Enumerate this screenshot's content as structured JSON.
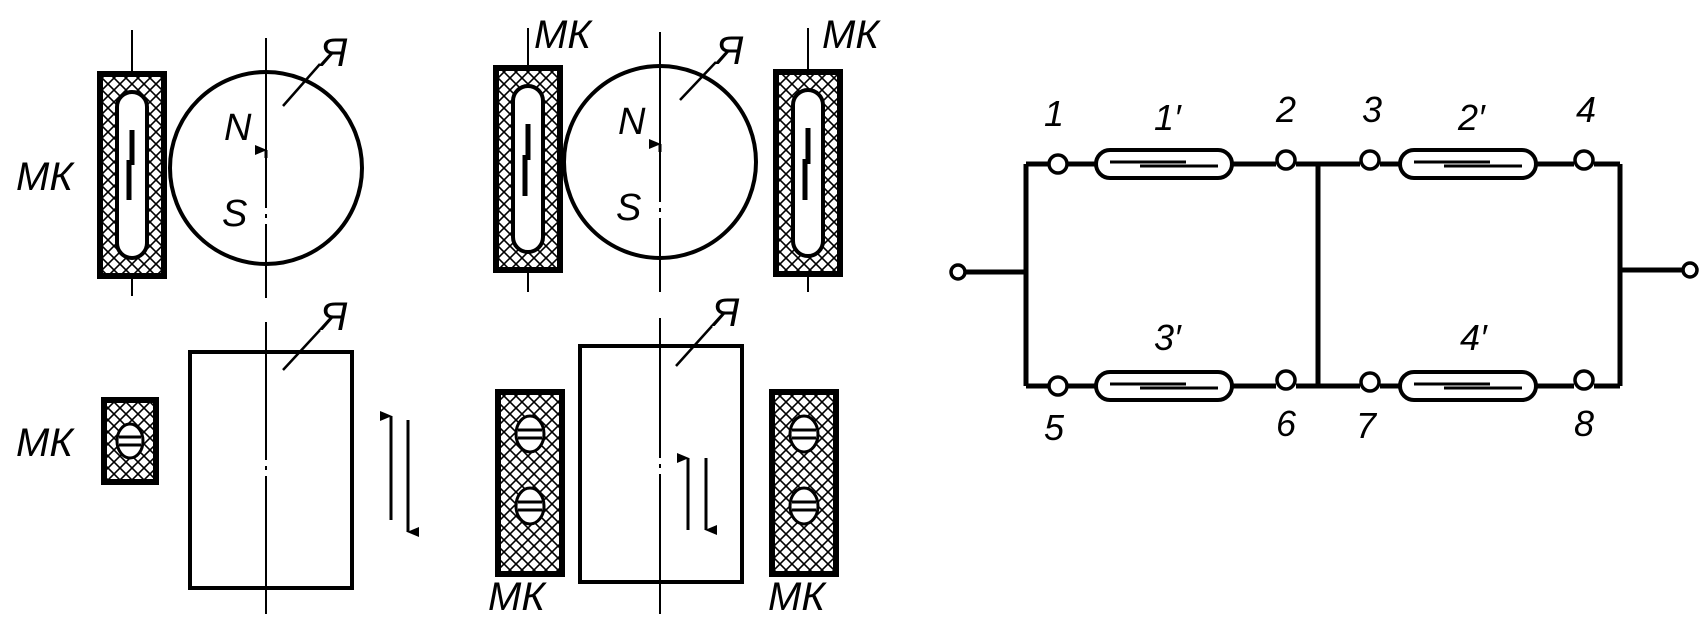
{
  "labels": {
    "reed_switch": "МК",
    "armature": "Я",
    "pole_north": "N",
    "pole_south": "S"
  },
  "circuit": {
    "nodes": [
      "1",
      "2",
      "3",
      "4",
      "5",
      "6",
      "7",
      "8"
    ],
    "switches": [
      "1′",
      "2′",
      "3′",
      "4′"
    ]
  }
}
